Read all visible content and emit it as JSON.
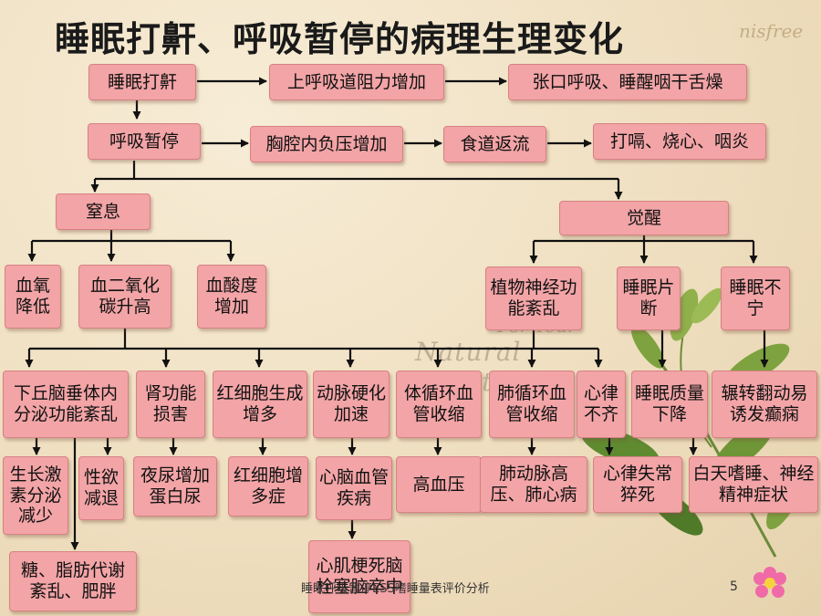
{
  "title": "睡眠打鼾、呼吸暂停的病理生理变化",
  "brand": "nisfree",
  "watermark": {
    "line1": "For Your",
    "line2": "Natural beauty"
  },
  "footer": "睡眠呼吸暂停ESS嗜睡量表评价分析",
  "page_number": "5",
  "nodes": {
    "snoring": "睡眠打鼾",
    "airway_resistance": "上呼吸道阻力增加",
    "mouth_breathing": "张口呼吸、睡醒咽干舌燥",
    "apnea": "呼吸暂停",
    "negative_pressure": "胸腔内负压增加",
    "reflux": "食道返流",
    "hiccup": "打嗝、烧心、咽炎",
    "suffocation": "窒息",
    "arousal": "觉醒",
    "low_oxygen": "血氧降低",
    "co2_rise": "血二氧化碳升高",
    "acid_rise": "血酸度增加",
    "autonomic": "植物神经功能紊乱",
    "sleep_fragment": "睡眠片断",
    "restless": "睡眠不宁",
    "hypothalamus": "下丘脑垂体内分泌功能紊乱",
    "kidney": "肾功能损害",
    "rbc": "红细胞生成增多",
    "arterio": "动脉硬化加速",
    "systemic": "体循环血管收缩",
    "pulmonary": "肺循环血管收缩",
    "arrhythmia": "心律不齐",
    "sleep_quality": "睡眠质量下降",
    "tossing": "辗转翻动易诱发癫痫",
    "growth": "生长激素分泌减少",
    "libido": "性欲减退",
    "metabolic": "糖、脂肪代谢紊乱、肥胖",
    "nocturia": "夜尿增加蛋白尿",
    "polycythemia": "红细胞增多症",
    "cardio": "心脑血管疾病",
    "mi": "心肌梗死脑栓塞脑卒中",
    "hypertension": "高血压",
    "pah": "肺动脉高压、肺心病",
    "sudden_death": "心律失常猝死",
    "daytime": "白天嗜睡、神经精神症状"
  }
}
